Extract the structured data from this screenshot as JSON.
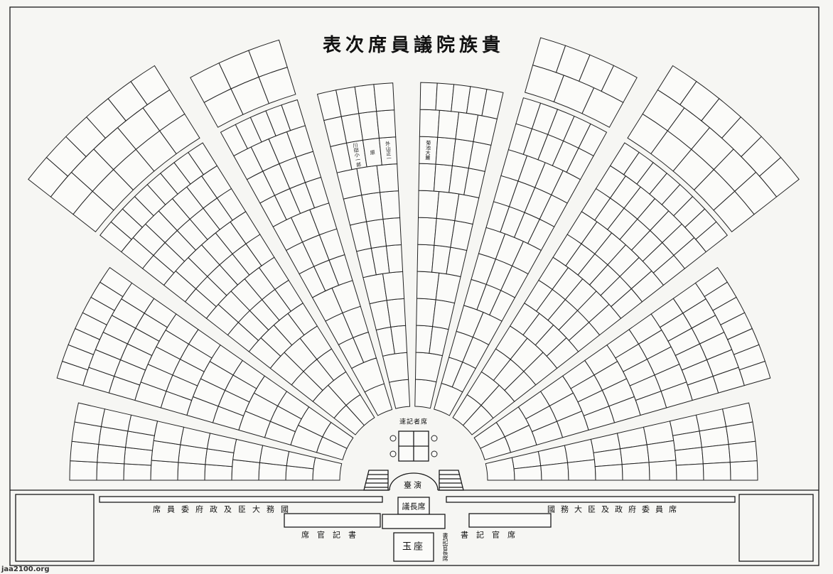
{
  "title": "貴族院議員席次表",
  "labels": {
    "stenographers": "速記者席",
    "podium": "演臺",
    "president": "議長席",
    "throne": "玉座",
    "chief_clerk": "書記官長席",
    "ministers_left": "國務大臣及政府委員席",
    "ministers_right": "國務大臣及政府委員席",
    "clerks_left": "書記官席",
    "clerks_right": "書記官席"
  },
  "seats": [
    {
      "sector": 4,
      "row": 9,
      "seat": 1,
      "name": "川田小一郎"
    },
    {
      "sector": 4,
      "row": 9,
      "seat": 2,
      "name": "原"
    },
    {
      "sector": 4,
      "row": 9,
      "seat": 3,
      "name": "外山正一"
    },
    {
      "sector": 5,
      "row": 9,
      "seat": 0,
      "name": "菊池大麓"
    }
  ],
  "watermark": "jaa2100.org"
}
